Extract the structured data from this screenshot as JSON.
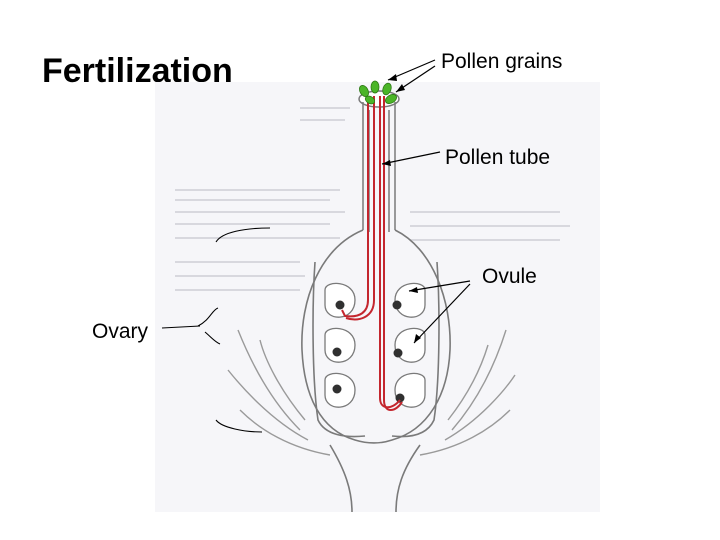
{
  "slide": {
    "title": "Fertilization"
  },
  "labels": {
    "pollen_grains": "Pollen grains",
    "pollen_tube": "Pollen tube",
    "ovule": "Ovule",
    "ovary": "Ovary"
  },
  "colors": {
    "pollen_grain": "#4bb528",
    "pollen_tube_path": "#c4262e",
    "outline": "#8a8a8a",
    "background_scan": "#f3f3f6"
  }
}
